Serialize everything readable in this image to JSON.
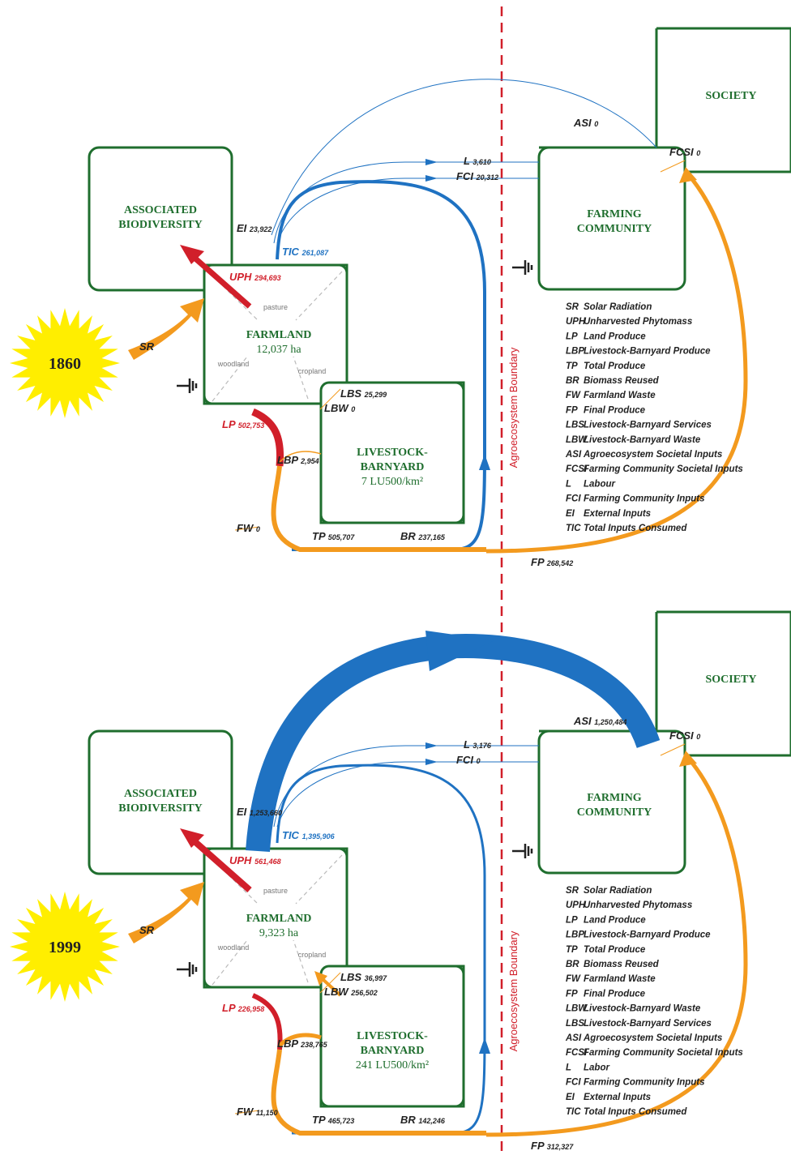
{
  "colors": {
    "green": "#1f6e2e",
    "red": "#d11f2a",
    "orange": "#f39a1e",
    "blue": "#1f72c2",
    "sun": "#ffee00"
  },
  "boundary_label": "Agroecosystem Boundary",
  "panels": [
    {
      "year": "1860",
      "nodes": {
        "associated_biodiversity": [
          "ASSOCIATED",
          "BIODIVERSITY"
        ],
        "farmland": [
          "FARMLAND",
          "12,037 ha"
        ],
        "livestock": [
          "LIVESTOCK-",
          "BARNYARD",
          "7 LU500/km²"
        ],
        "farming_community": [
          "FARMING",
          "COMMUNITY"
        ],
        "society": "SOCIETY"
      },
      "land_labels": {
        "pasture": "pasture",
        "woodland": "woodland",
        "cropland": "cropland"
      },
      "flows": {
        "SR": {
          "code": "SR",
          "value": ""
        },
        "UPH": {
          "code": "UPH",
          "value": "294,693"
        },
        "EI": {
          "code": "EI",
          "value": "23,922"
        },
        "TIC": {
          "code": "TIC",
          "value": "261,087"
        },
        "ASI": {
          "code": "ASI",
          "value": "0"
        },
        "L": {
          "code": "L",
          "value": "3,610"
        },
        "FCI": {
          "code": "FCI",
          "value": "20,312"
        },
        "FCSI": {
          "code": "FCSI",
          "value": "0"
        },
        "LBS": {
          "code": "LBS",
          "value": "25,299"
        },
        "LBW": {
          "code": "LBW",
          "value": "0"
        },
        "LP": {
          "code": "LP",
          "value": "502,753"
        },
        "LBP": {
          "code": "LBP",
          "value": "2,954"
        },
        "FW": {
          "code": "FW",
          "value": "0"
        },
        "TP": {
          "code": "TP",
          "value": "505,707"
        },
        "BR": {
          "code": "BR",
          "value": "237,165"
        },
        "FP": {
          "code": "FP",
          "value": "268,542"
        }
      },
      "legend": [
        {
          "code": "SR",
          "text": "Solar Radiation"
        },
        {
          "code": "UPH",
          "text": "Unharvested Phytomass"
        },
        {
          "code": "LP",
          "text": "Land Produce"
        },
        {
          "code": "LBP",
          "text": "Livestock-Barnyard Produce"
        },
        {
          "code": "TP",
          "text": "Total Produce"
        },
        {
          "code": "BR",
          "text": "Biomass Reused"
        },
        {
          "code": "FW",
          "text": "Farmland Waste"
        },
        {
          "code": "FP",
          "text": "Final Produce"
        },
        {
          "code": "LBS",
          "text": "Livestock-Barnyard Services"
        },
        {
          "code": "LBW",
          "text": "Livestock-Barnyard Waste"
        },
        {
          "code": "ASI",
          "text": "Agroecosystem Societal Inputs"
        },
        {
          "code": "FCSI",
          "text": "Farming Community Societal Inputs"
        },
        {
          "code": "L",
          "text": "Labour"
        },
        {
          "code": "FCI",
          "text": "Farming Community Inputs"
        },
        {
          "code": "EI",
          "text": "External Inputs"
        },
        {
          "code": "TIC",
          "text": "Total Inputs Consumed"
        }
      ]
    },
    {
      "year": "1999",
      "nodes": {
        "associated_biodiversity": [
          "ASSOCIATED",
          "BIODIVERSITY"
        ],
        "farmland": [
          "FARMLAND",
          "9,323 ha"
        ],
        "livestock": [
          "LIVESTOCK-",
          "BARNYARD",
          "241 LU500/km²"
        ],
        "farming_community": [
          "FARMING",
          "COMMUNITY"
        ],
        "society": "SOCIETY"
      },
      "land_labels": {
        "pasture": "pasture",
        "woodland": "woodland",
        "cropland": "cropland"
      },
      "flows": {
        "SR": {
          "code": "SR",
          "value": ""
        },
        "UPH": {
          "code": "UPH",
          "value": "561,468"
        },
        "EI": {
          "code": "EI",
          "value": "1,253,660"
        },
        "TIC": {
          "code": "TIC",
          "value": "1,395,906"
        },
        "ASI": {
          "code": "ASI",
          "value": "1,250,484"
        },
        "L": {
          "code": "L",
          "value": "3,176"
        },
        "FCI": {
          "code": "FCI",
          "value": "0"
        },
        "FCSI": {
          "code": "FCSI",
          "value": "0"
        },
        "LBS": {
          "code": "LBS",
          "value": "36,997"
        },
        "LBW": {
          "code": "LBW",
          "value": "256,502"
        },
        "LP": {
          "code": "LP",
          "value": "226,958"
        },
        "LBP": {
          "code": "LBP",
          "value": "238,765"
        },
        "FW": {
          "code": "FW",
          "value": "11,150"
        },
        "TP": {
          "code": "TP",
          "value": "465,723"
        },
        "BR": {
          "code": "BR",
          "value": "142,246"
        },
        "FP": {
          "code": "FP",
          "value": "312,327"
        }
      },
      "legend": [
        {
          "code": "SR",
          "text": "Solar Radiation"
        },
        {
          "code": "UPH",
          "text": "Unharvested Phytomass"
        },
        {
          "code": "LP",
          "text": "Land Produce"
        },
        {
          "code": "LBP",
          "text": "Livestock-Barnyard Produce"
        },
        {
          "code": "TP",
          "text": "Total Produce"
        },
        {
          "code": "BR",
          "text": "Biomass Reused"
        },
        {
          "code": "FW",
          "text": "Farmland Waste"
        },
        {
          "code": "FP",
          "text": "Final Produce"
        },
        {
          "code": "LBW",
          "text": "Livestock-Barnyard Waste"
        },
        {
          "code": "LBS",
          "text": "Livestock-Barnyard Services"
        },
        {
          "code": "ASI",
          "text": "Agroecosystem Societal Inputs"
        },
        {
          "code": "FCSI",
          "text": "Farming Community Societal Inputs"
        },
        {
          "code": "L",
          "text": "Labor"
        },
        {
          "code": "FCI",
          "text": "Farming Community Inputs"
        },
        {
          "code": "EI",
          "text": "External Inputs"
        },
        {
          "code": "TIC",
          "text": "Total Inputs Consumed"
        }
      ]
    }
  ]
}
